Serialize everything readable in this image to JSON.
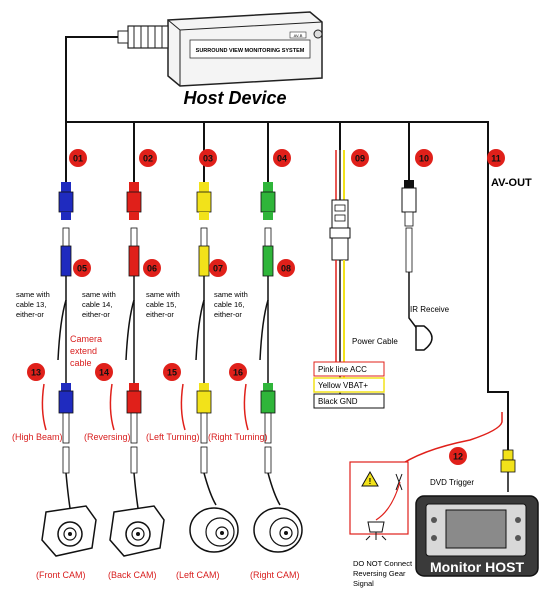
{
  "host": {
    "device_label": "Host Device",
    "box_text": "SURROUND VIEW MONITORING SYSTEM",
    "box_tag": "AV-B"
  },
  "cables": [
    {
      "num": "01",
      "color": "blue"
    },
    {
      "num": "02",
      "color": "red"
    },
    {
      "num": "03",
      "color": "yellow"
    },
    {
      "num": "04",
      "color": "green"
    },
    {
      "num": "05",
      "color": "blue"
    },
    {
      "num": "06",
      "color": "red"
    },
    {
      "num": "07",
      "color": "yellow"
    },
    {
      "num": "08",
      "color": "green"
    },
    {
      "num": "09",
      "color": "white"
    },
    {
      "num": "10",
      "color": "white"
    },
    {
      "num": "11",
      "color": "black"
    },
    {
      "num": "12",
      "color": "red"
    },
    {
      "num": "13",
      "color": "blue"
    },
    {
      "num": "14",
      "color": "red"
    },
    {
      "num": "15",
      "color": "yellow"
    },
    {
      "num": "16",
      "color": "green"
    }
  ],
  "notes": {
    "same13": [
      "same with",
      "cable 13,",
      "either-or"
    ],
    "same14": [
      "same with",
      "cable 14,",
      "either-or"
    ],
    "same15": [
      "same with",
      "cable 15,",
      "either-or"
    ],
    "same16": [
      "same with",
      "cable 16,",
      "either-or"
    ],
    "camera_extend": [
      "Camera",
      "extend",
      "cable"
    ]
  },
  "triggers": [
    "(High Beam)",
    "(Reversing)",
    "(Left Turning)",
    "(Right Turning)"
  ],
  "cams": [
    "(Front CAM)",
    "(Back CAM)",
    "(Left CAM)",
    "(Right CAM)"
  ],
  "av_out": "AV-OUT",
  "ir_receive": "IR Receive",
  "power_cable": "Power Cable",
  "power_wires": [
    "Pink line ACC",
    "Yellow VBAT+",
    "Black GND"
  ],
  "dvd_trigger": "DVD Trigger",
  "warning": [
    "DO NOT Connect",
    "Reversing Gear",
    "Signal"
  ],
  "monitor_host": "Monitor  HOST",
  "colors": {
    "blue": "#1f2bbf",
    "red": "#e0201a",
    "yellow": "#f2e21a",
    "green": "#2fb53a",
    "label_red": "#d81e1e",
    "wire": "#111111"
  }
}
